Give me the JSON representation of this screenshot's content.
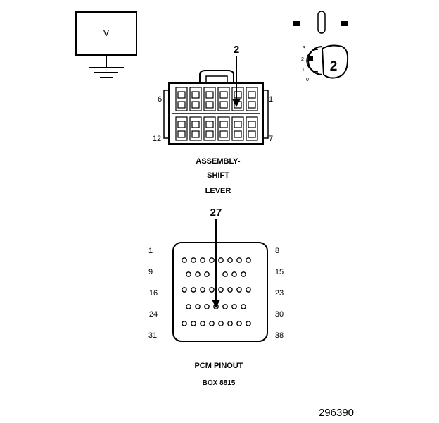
{
  "meter": {
    "label": "V"
  },
  "key_switch": {
    "positions": [
      "3",
      "2",
      "1",
      "0"
    ],
    "callout": "2"
  },
  "shift_lever_connector": {
    "pin_callout": "2",
    "corner_labels": {
      "top_left": "6",
      "top_right": "1",
      "bottom_left": "12",
      "bottom_right": "7"
    },
    "title_lines": [
      "ASSEMBLY-",
      "SHIFT",
      "LEVER"
    ]
  },
  "pcm_connector": {
    "pin_callout": "27",
    "row_labels_left": [
      "1",
      "9",
      "16",
      "24",
      "31"
    ],
    "row_labels_right": [
      "8",
      "15",
      "23",
      "30",
      "38"
    ],
    "title_lines": [
      "PCM PINOUT",
      "BOX 8815"
    ]
  },
  "figure_number": "296390"
}
